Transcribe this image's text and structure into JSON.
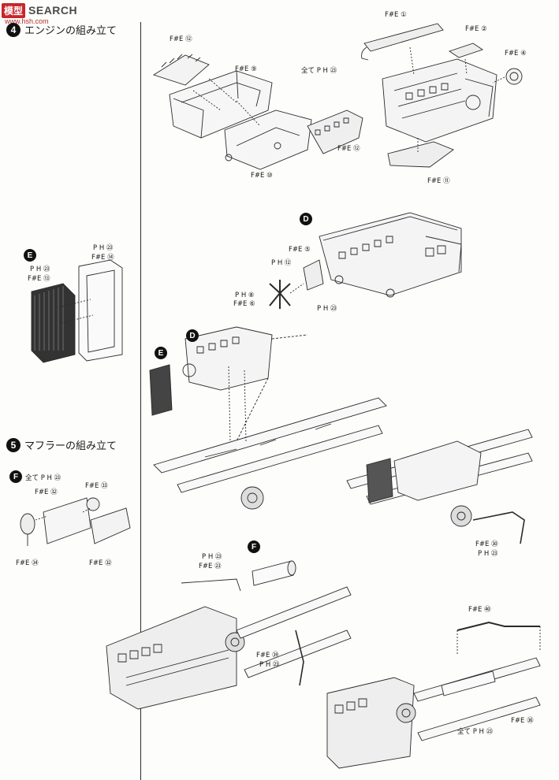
{
  "watermark": {
    "badge": "模型",
    "text": "SEARCH",
    "site": "www.hsh.com"
  },
  "steps": [
    {
      "number": "4",
      "title": "エンジンの組み立て"
    },
    {
      "number": "5",
      "title": "マフラーの組み立て"
    }
  ],
  "callouts": {
    "D": "D",
    "E": "E",
    "F": "F"
  },
  "labels": {
    "fe12_top": "F#E ⑫",
    "fe9": "F#E ⑨",
    "all_ph23_a": "全て P H ㉓",
    "fe1": "F#E ①",
    "fe2": "F#E ②",
    "fe4": "F#E ④",
    "fe12_mid": "F#E ⑫",
    "fe10": "F#E ⑩",
    "fe11": "F#E ⑪",
    "ph23_e1": "P H ㉓",
    "fe14": "F#E ⑭",
    "ph23_e2": "P H ㉓",
    "fe13": "F#E ⑬",
    "fe5": "F#E ⑤",
    "ph12": "P H ⑫",
    "ph8": "P H ⑧",
    "fe6": "F#E ⑥",
    "ph23_d": "P H ㉓",
    "all_ph23_f": "全て P H ㉓",
    "fe33": "F#E ㉝",
    "fe32_a": "F#E ㉜",
    "fe34": "F#E ㉞",
    "fe32_b": "F#E ㉜",
    "fe30_r": "F#E ㉚",
    "ph23_r": "P H ㉓",
    "ph23_m1": "P H ㉓",
    "fe23": "F#E ㉓",
    "fe39": "F#E ㊴",
    "ph23_m2": "P H ㉓",
    "fe40": "F#E ㊵",
    "fe36": "F#E ㊱",
    "all_ph23_b": "全て P H ㉓"
  }
}
